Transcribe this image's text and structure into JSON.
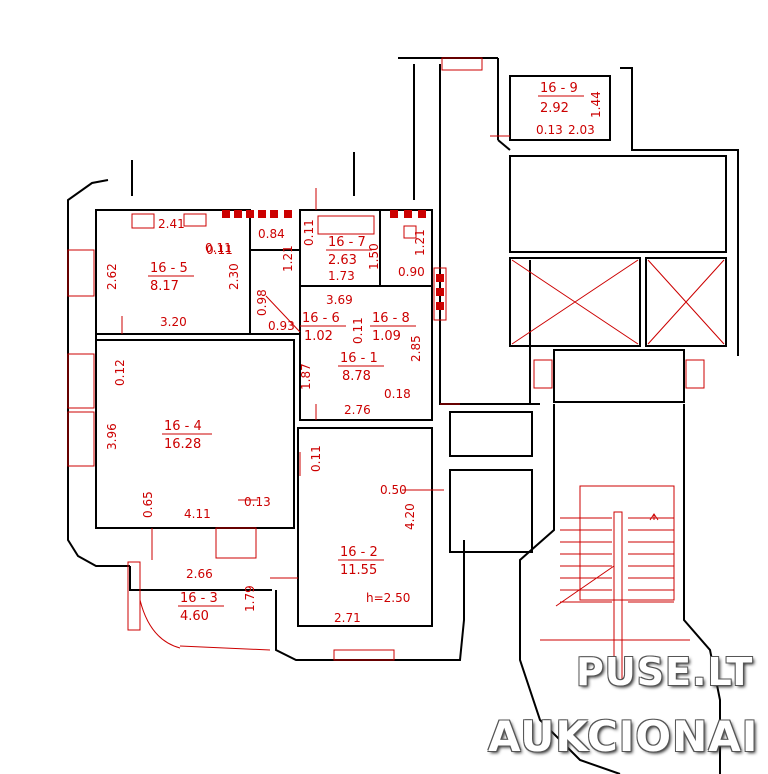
{
  "plan": {
    "rooms": [
      {
        "id": "16 - 9",
        "area": "2.92"
      },
      {
        "id": "16 - 7",
        "area": "2.63"
      },
      {
        "id": "16 - 5",
        "area": "8.17"
      },
      {
        "id": "16 - 6",
        "area": "1.02"
      },
      {
        "id": "16 - 8",
        "area": "1.09"
      },
      {
        "id": "16 - 1",
        "area": "8.78"
      },
      {
        "id": "16 - 4",
        "area": "16.28"
      },
      {
        "id": "16 - 2",
        "area": "11.55"
      },
      {
        "id": "16 - 3",
        "area": "4.60"
      }
    ],
    "dimensions": [
      "1.44",
      "0.13",
      "2.03",
      "2.41",
      "0.84",
      "0.11",
      "1.21",
      "0.11",
      "1.50",
      "1.21",
      "0.90",
      "2.62",
      "2.30",
      "1.73",
      "3.69",
      "0.98",
      "0.93",
      "0.11",
      "3.20",
      "2.85",
      "0.12",
      "1.87",
      "0.18",
      "2.76",
      "3.96",
      "0.11",
      "0.50",
      "4.20",
      "0.65",
      "4.11",
      "0.13",
      "2.66",
      "1.79",
      "2.71",
      "0.11"
    ],
    "height_note": "h=2.50"
  },
  "watermark": {
    "line1": "PUSE.LT",
    "line2": "AUKCIONAI"
  }
}
